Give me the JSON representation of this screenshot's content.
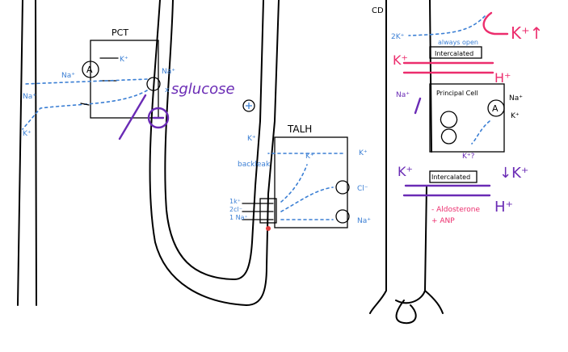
{
  "labels": {
    "pct": "PCT",
    "talh": "TALH",
    "cd": "CD",
    "pump": "A",
    "k_plus": "K⁺",
    "na_plus": "Na⁺",
    "x": "x",
    "sglucose": "sglucose",
    "plus": "⊕",
    "backleak": "backleak",
    "k_talh_top": "K⁺",
    "k_talh_mid": "K⁺",
    "cl_minus": "Cl⁻",
    "na_talh": "Na⁺",
    "cotrans_1k": "1k⁺",
    "cotrans_2cl": "2cl⁻",
    "cotrans_1na": "1 Na⁺",
    "cd_2k": "2K⁺",
    "cd_k_pink_top": "K⁺↑",
    "always_open": "always open",
    "intercalated_top": "Intercalated",
    "k_pink_left": "K⁺",
    "h_pink": "H⁺",
    "principal_cell": "Principal Cell",
    "na_cd_left": "Na⁺",
    "na_cd_right": "Na⁺",
    "k_cd_right": "K⁺",
    "k_question": "K⁺?",
    "k_purple_left": "K⁺",
    "intercalated_bottom": "Intercalated",
    "k_purple_down": "↓K⁺",
    "aldosterone": "- Aldosterone",
    "anp": "+ ANP",
    "h_purple": "H⁺"
  },
  "colors": {
    "ink": "#000000",
    "blue": "#3b7fd4",
    "purple": "#6a2bb5",
    "pink": "#ec2d6d",
    "green_glow": "#d9f5a8",
    "red_mark": "#e03c3c"
  }
}
